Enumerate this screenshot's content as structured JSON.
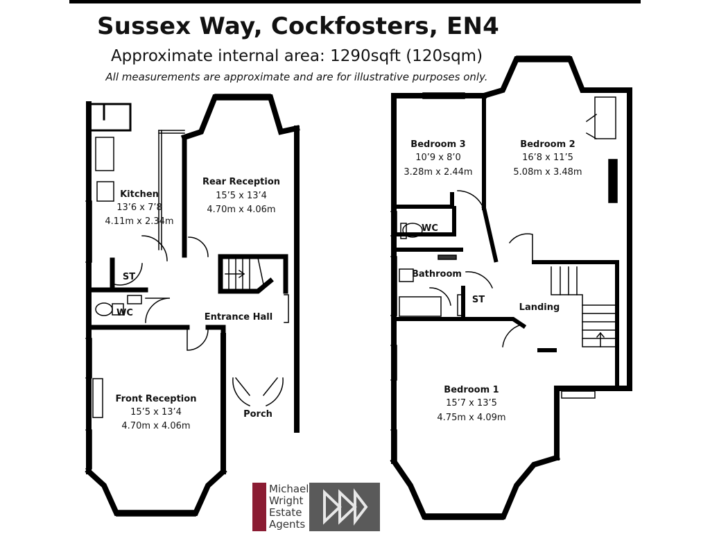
{
  "header": {
    "title": "Sussex Way, Cockfosters, EN4",
    "subtitle": "Approximate internal area: 1290sqft (120sqm)",
    "disclaimer": "All measurements are approximate and are for illustrative purposes only."
  },
  "ground_floor": {
    "kitchen": {
      "name": "Kitchen",
      "imperial": "13’6 x 7’8",
      "metric": "4.11m x 2.34m"
    },
    "rear_reception": {
      "name": "Rear Reception",
      "imperial": "15’5 x 13’4",
      "metric": "4.70m x 4.06m"
    },
    "st": "ST",
    "wc": "WC",
    "entrance_hall": "Entrance Hall",
    "front_reception": {
      "name": "Front Reception",
      "imperial": "15’5 x 13’4",
      "metric": "4.70m x 4.06m"
    },
    "porch": "Porch"
  },
  "first_floor": {
    "bedroom3": {
      "name": "Bedroom 3",
      "imperial": "10’9 x 8’0",
      "metric": "3.28m x 2.44m"
    },
    "bedroom2": {
      "name": "Bedroom 2",
      "imperial": "16’8 x 11’5",
      "metric": "5.08m x 3.48m"
    },
    "wc": "WC",
    "bathroom": "Bathroom",
    "st": "ST",
    "landing": "Landing",
    "bedroom1": {
      "name": "Bedroom 1",
      "imperial": "15’7 x 13’5",
      "metric": "4.75m x 4.09m"
    }
  },
  "logo": {
    "line1": "Michael",
    "line2": "Wright",
    "line3": "Estate",
    "line4": "Agents",
    "bar_color": "#8b1c33",
    "mark_color": "#5a5a5a"
  }
}
